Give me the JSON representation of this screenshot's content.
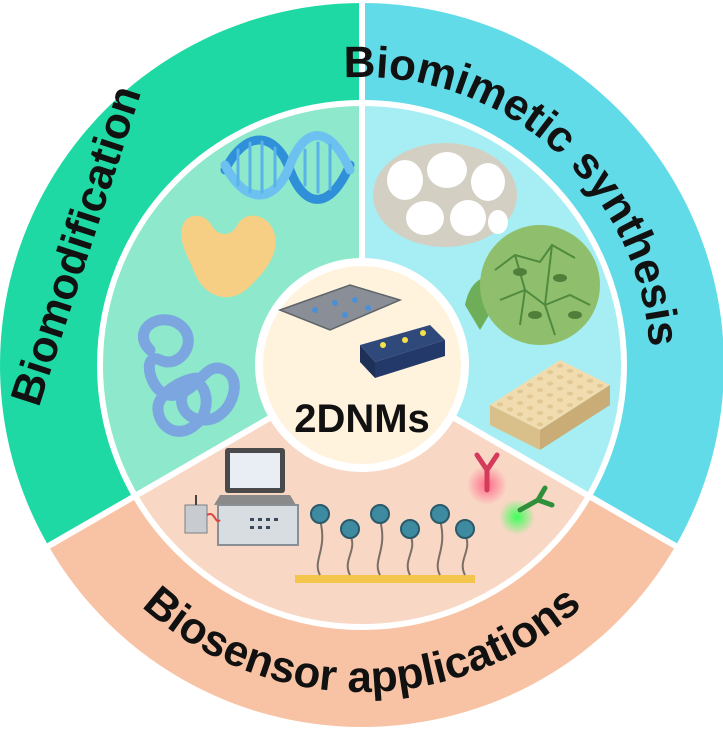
{
  "diagram": {
    "center_label": "2DNMs",
    "sectors": [
      {
        "id": "biomodification",
        "label": "Biomodification",
        "outer_color": "#1fd9a4",
        "inner_color": "#8ee8cb"
      },
      {
        "id": "biomimetic",
        "label": "Biomimetic synthesis",
        "outer_color": "#62dbe9",
        "inner_color": "#a6eef3"
      },
      {
        "id": "biosensor",
        "label": "Biosensor applications",
        "outer_color": "#f8c3a4",
        "inner_color": "#f9d7c5"
      }
    ],
    "icons": [
      {
        "name": "dna-helix-icon"
      },
      {
        "name": "protein-blob-icon"
      },
      {
        "name": "polymer-coil-icon"
      },
      {
        "name": "porous-membrane-icon"
      },
      {
        "name": "leaf-cell-icon"
      },
      {
        "name": "honeycomb-block-icon"
      },
      {
        "name": "laptop-icon"
      },
      {
        "name": "instrument-icon"
      },
      {
        "name": "electrode-probe-icon"
      },
      {
        "name": "antibody-fluorescent-icon"
      },
      {
        "name": "graphene-sheet-icon"
      },
      {
        "name": "nanomaterial-block-icon"
      }
    ],
    "center_fill": "#fff3de",
    "ring_stroke": "#ffffff"
  }
}
